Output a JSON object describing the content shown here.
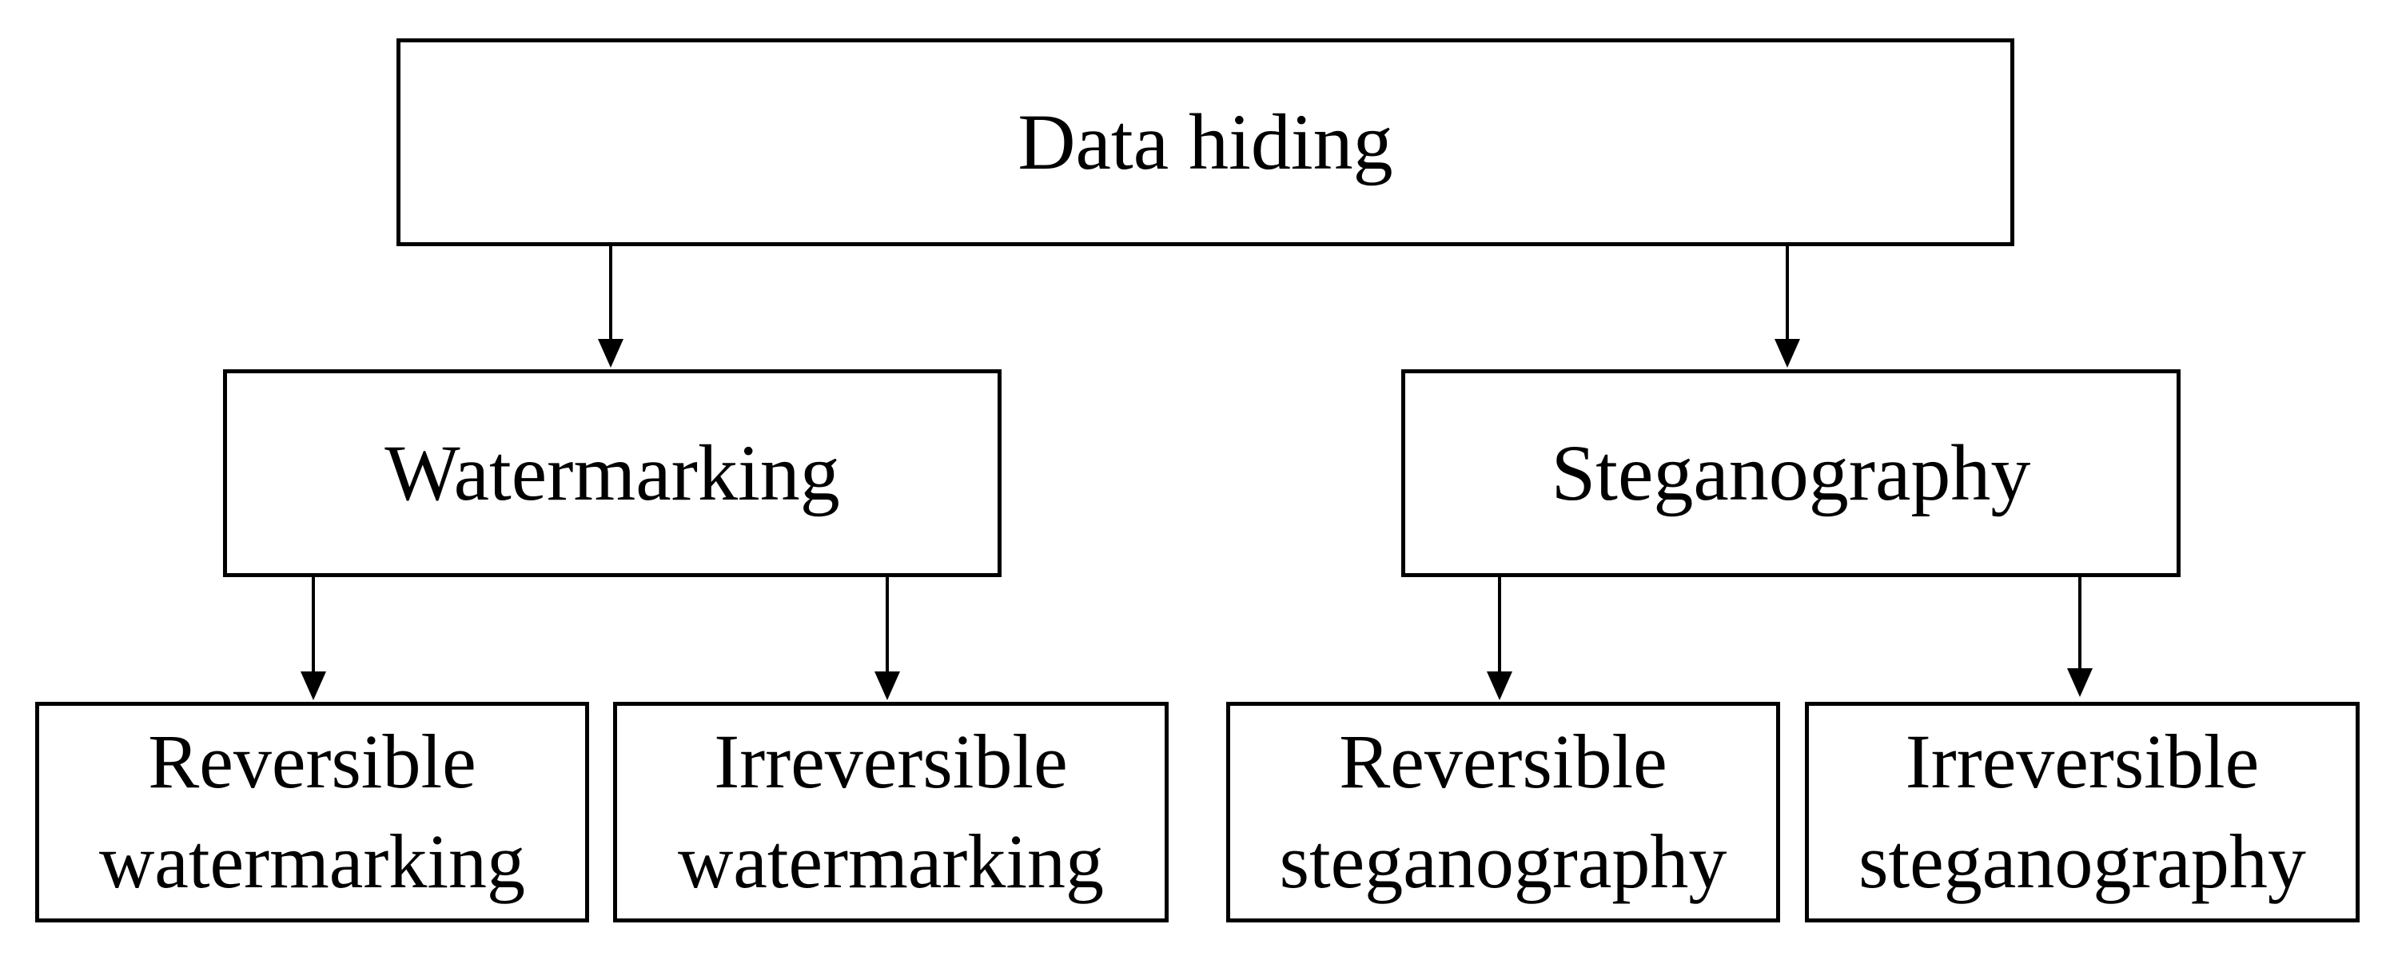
{
  "diagram": {
    "root": {
      "label": "Data hiding"
    },
    "branches": [
      {
        "label": "Watermarking",
        "children": [
          {
            "label": "Reversible\nwatermarking"
          },
          {
            "label": "Irreversible\nwatermarking"
          }
        ]
      },
      {
        "label": "Steganography",
        "children": [
          {
            "label": "Reversible\nsteganography"
          },
          {
            "label": "Irreversible\nsteganography"
          }
        ]
      }
    ],
    "colors": {
      "stroke": "#000000",
      "background": "#ffffff",
      "text": "#000000"
    }
  }
}
